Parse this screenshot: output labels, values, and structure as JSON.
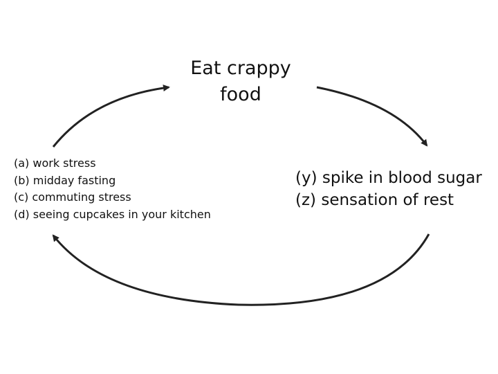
{
  "cycle": {
    "center": {
      "line1": "Eat crappy",
      "line2": "food"
    },
    "causes": [
      "(a) work stress",
      "(b) midday fasting",
      "(c) commuting stress",
      "(d) seeing cupcakes in your kitchen"
    ],
    "effects": [
      "(y) spike in blood sugar",
      "(z) sensation of rest"
    ],
    "colors": {
      "arrow": "#222222",
      "text": "#111111"
    }
  }
}
